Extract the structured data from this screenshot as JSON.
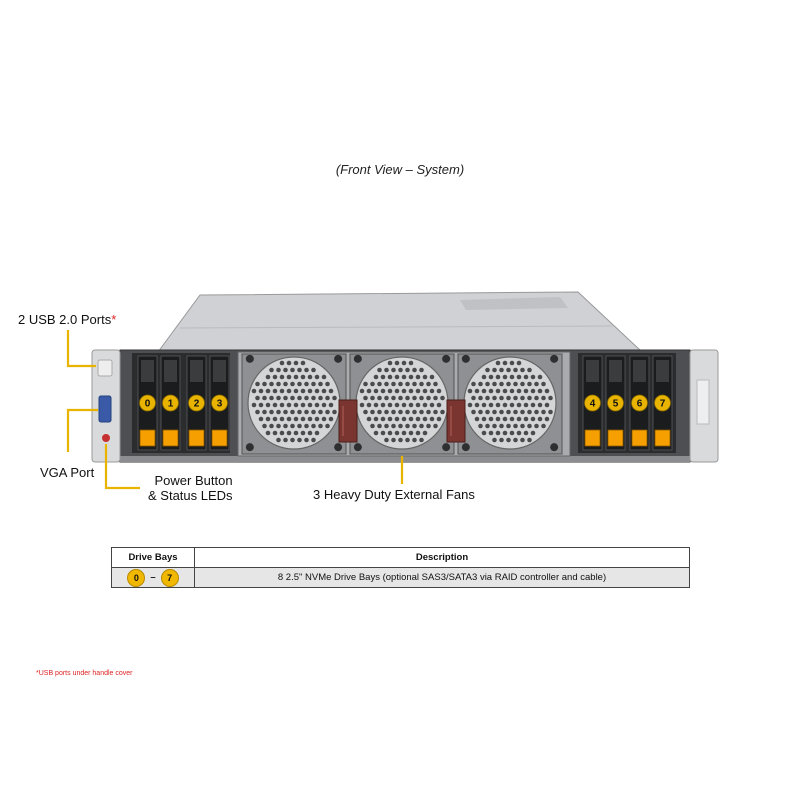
{
  "caption": "(Front View – System)",
  "callouts": {
    "usb": {
      "label": "2 USB 2.0 Ports",
      "mark": "*"
    },
    "vga": "VGA Port",
    "power_line1": "Power Button",
    "power_line2": "& Status LEDs",
    "fans": "3 Heavy Duty External Fans"
  },
  "drive_labels": [
    "0",
    "1",
    "2",
    "3",
    "4",
    "5",
    "6",
    "7"
  ],
  "table": {
    "headers": [
      "Drive Bays",
      "Description"
    ],
    "rows": [
      {
        "from": "0",
        "dash": "–",
        "to": "7",
        "description": "8 2.5\" NVMe Drive Bays (optional SAS3/SATA3 via RAID controller and cable)"
      }
    ]
  },
  "footnote": "*USB ports under handle cover",
  "colors": {
    "accent": "#e8b400",
    "drive_tab": "#f5a000",
    "footnote": "#d22222"
  }
}
